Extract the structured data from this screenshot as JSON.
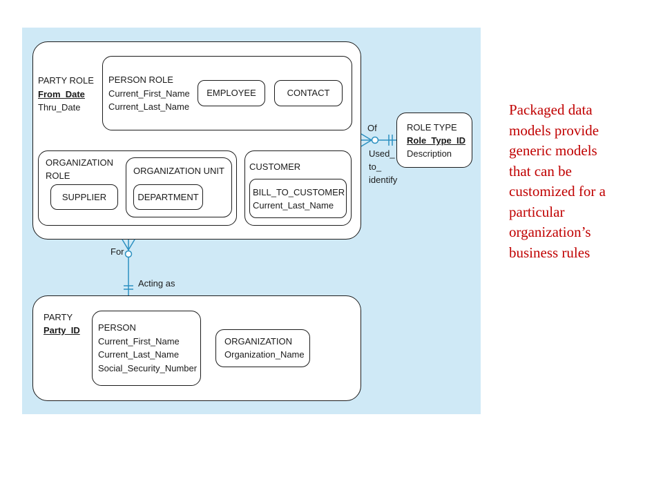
{
  "diagram": {
    "party_role": {
      "name": "PARTY ROLE",
      "key_attr": "From_Date",
      "attr": "Thru_Date",
      "person_role": {
        "name": "PERSON ROLE",
        "attrs": [
          "Current_First_Name",
          "Current_Last_Name"
        ],
        "employee": "EMPLOYEE",
        "contact": "CONTACT"
      },
      "organization_role": {
        "name_line1": "ORGANIZATION",
        "name_line2": "ROLE",
        "supplier": "SUPPLIER",
        "organization_unit": {
          "name": "ORGANIZATION UNIT",
          "department": "DEPARTMENT"
        }
      },
      "customer": {
        "name": "CUSTOMER",
        "bill_to_customer": {
          "name": "BILL_TO_CUSTOMER",
          "attr": "Current_Last_Name"
        }
      }
    },
    "role_type": {
      "name": "ROLE TYPE",
      "key_attr": "Role_Type_ID",
      "attr": "Description"
    },
    "party": {
      "name": "PARTY",
      "key_attr": "Party_ID",
      "person": {
        "name": "PERSON",
        "attrs": [
          "Current_First_Name",
          "Current_Last_Name",
          "Social_Security_Number"
        ]
      },
      "organization": {
        "name": "ORGANIZATION",
        "attr": "Organization_Name"
      }
    },
    "relationships": {
      "role_type_of": "Of",
      "role_type_used": [
        "Used_",
        "to_",
        "identify"
      ],
      "party_for": "For",
      "party_acting": "Acting as"
    }
  },
  "caption": "Packaged data\nmodels provide\ngeneric models\nthat can be\ncustomized for a\nparticular\norganization’s\nbusiness rules",
  "colors": {
    "diagram_bg": "#cfe9f6",
    "caption": "#c00000",
    "line": "#1a1a1a",
    "connector": "#2a8fc0"
  }
}
